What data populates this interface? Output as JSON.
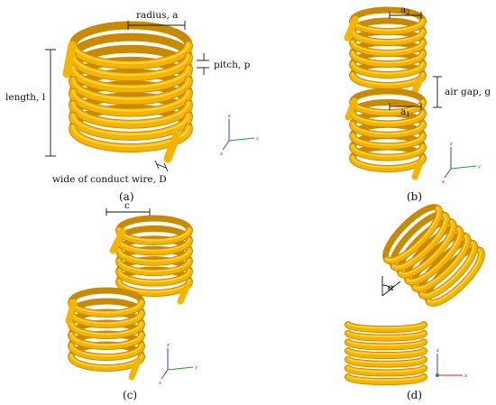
{
  "panels": {
    "a": {
      "label": "(a)"
    },
    "b": {
      "label": "(b)"
    },
    "c": {
      "label": "(c)"
    },
    "d": {
      "label": "(d)"
    }
  },
  "annotations": {
    "radius": "radius, a",
    "pitch": "pitch, p",
    "length": "length, l",
    "wire": "wide of conduct wire, D",
    "a2": "a",
    "a2_sub": "2",
    "a1": "a",
    "a1_sub": "1",
    "airgap": "air gap, g",
    "c": "c",
    "alpha": "α"
  },
  "axes": {
    "z": "z",
    "y": "y",
    "x": "x"
  },
  "colors": {
    "coil_fill": "#f5b400",
    "coil_light": "#ffd23a",
    "coil_dark": "#c98a00",
    "z_axis": "#2f3fd0",
    "y_axis": "#1a9a3a",
    "x_axis": "#d42020"
  }
}
